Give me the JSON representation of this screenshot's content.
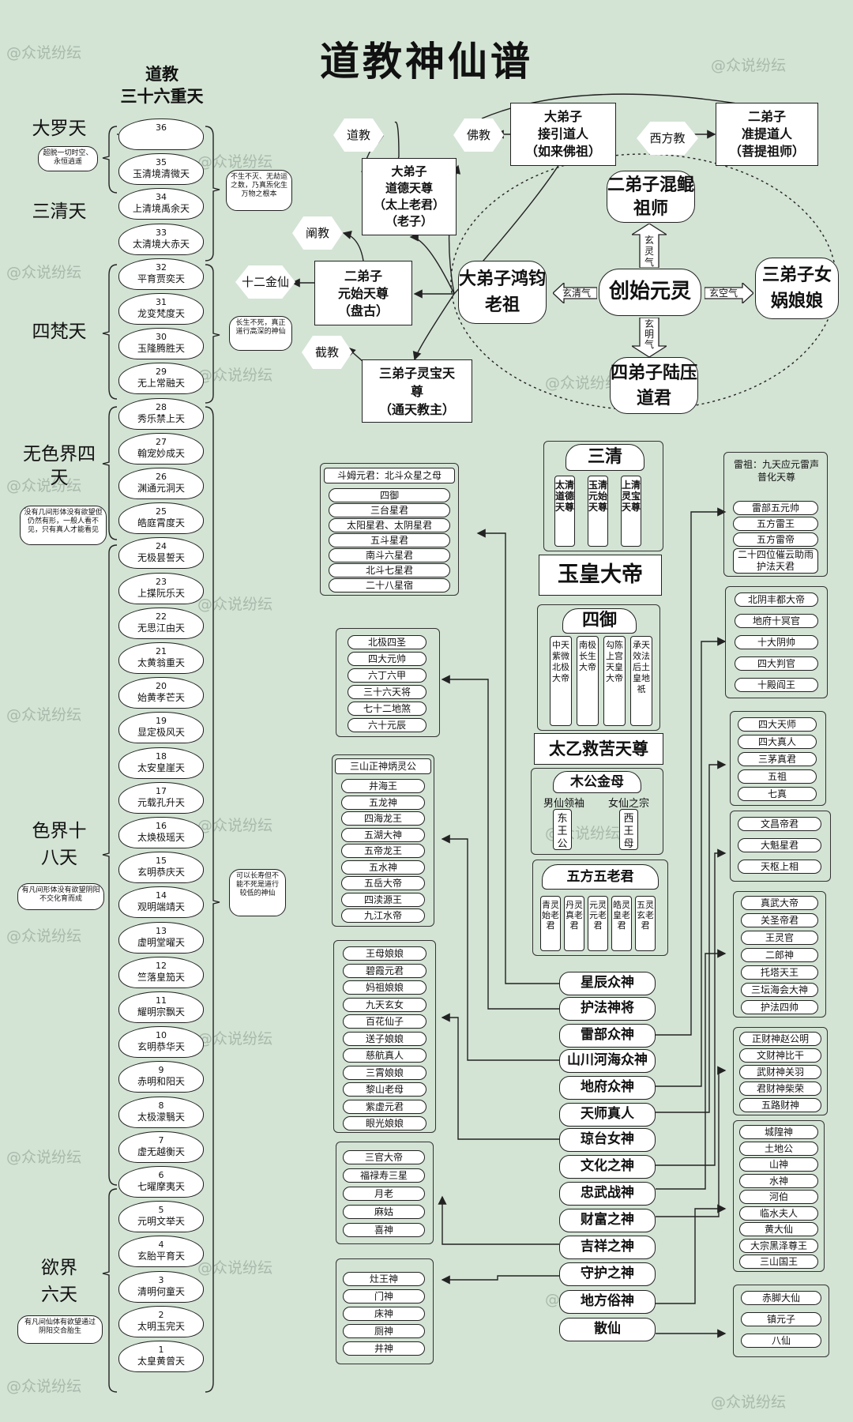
{
  "title": "道教神仙谱",
  "watermark": "@众说纷纭",
  "heaven_column": {
    "title_line1": "道教",
    "title_line2": "三十六重天",
    "heavens": [
      {
        "num": "36",
        "name": ""
      },
      {
        "num": "35",
        "name": "玉清境清微天"
      },
      {
        "num": "34",
        "name": "上清境禹余天"
      },
      {
        "num": "33",
        "name": "太清境大赤天"
      },
      {
        "num": "32",
        "name": "平育贾奕天"
      },
      {
        "num": "31",
        "name": "龙变梵度天"
      },
      {
        "num": "30",
        "name": "玉隆腾胜天"
      },
      {
        "num": "29",
        "name": "无上常融天"
      },
      {
        "num": "28",
        "name": "秀乐禁上天"
      },
      {
        "num": "27",
        "name": "翰宠妙成天"
      },
      {
        "num": "26",
        "name": "渊通元洞天"
      },
      {
        "num": "25",
        "name": "皓庭霄度天"
      },
      {
        "num": "24",
        "name": "无极昙誓天"
      },
      {
        "num": "23",
        "name": "上揲阮乐天"
      },
      {
        "num": "22",
        "name": "无思江由天"
      },
      {
        "num": "21",
        "name": "太黄翁重天"
      },
      {
        "num": "20",
        "name": "始黄孝芒天"
      },
      {
        "num": "19",
        "name": "显定极风天"
      },
      {
        "num": "18",
        "name": "太安皇崖天"
      },
      {
        "num": "17",
        "name": "元载孔升天"
      },
      {
        "num": "16",
        "name": "太焕极瑶天"
      },
      {
        "num": "15",
        "name": "玄明恭庆天"
      },
      {
        "num": "14",
        "name": "观明端靖天"
      },
      {
        "num": "13",
        "name": "虚明堂曜天"
      },
      {
        "num": "12",
        "name": "竺落皇笳天"
      },
      {
        "num": "11",
        "name": "耀明宗飘天"
      },
      {
        "num": "10",
        "name": "玄明恭华天"
      },
      {
        "num": "9",
        "name": "赤明和阳天"
      },
      {
        "num": "8",
        "name": "太极濛翳天"
      },
      {
        "num": "7",
        "name": "虚无越衡天"
      },
      {
        "num": "6",
        "name": "七曜摩夷天"
      },
      {
        "num": "5",
        "name": "元明文举天"
      },
      {
        "num": "4",
        "name": "玄胎平育天"
      },
      {
        "num": "3",
        "name": "清明何童天"
      },
      {
        "num": "2",
        "name": "太明玉完天"
      },
      {
        "num": "1",
        "name": "太皇黄曾天"
      }
    ],
    "groups": [
      {
        "name": "大罗天",
        "note": "超脱一切时空、永恒逍遥"
      },
      {
        "name": "三清天",
        "note": ""
      },
      {
        "name": "四梵天",
        "note": ""
      },
      {
        "name": "无色界四天",
        "note": "没有几间形体没有欲望但仍然有形，一般人看不见，只有真人才能看见"
      },
      {
        "name": "色界十八天",
        "note": "有凡间形体没有欲望阴阳不交化育而成"
      },
      {
        "name": "欲界六天",
        "note": "有凡间仙体有欲望通过阴阳交合胎生"
      }
    ],
    "side_notes": [
      "不生不灭、无劫运之数，乃真炁化生万物之根本",
      "长生不死，真正道行高深的神仙",
      "可以长寿但不能不死是道行较低的神仙"
    ]
  },
  "origin": {
    "center": "创始元灵",
    "disciple1": "大弟子鸿钧老祖",
    "disciple2": "二弟子混鲲祖师",
    "disciple3": "三弟子女娲娘娘",
    "disciple4": "四弟子陆压道君",
    "qi1": "玄清气",
    "qi2": "玄灵气",
    "qi3": "玄空气",
    "qi4": "玄明气"
  },
  "hongjun_disciples": {
    "laozi": "大弟子道德天尊（太上老君）（老子）",
    "laozi_lines": [
      "大弟子",
      "道德天尊",
      "（太上老君）",
      "（老子）"
    ],
    "pangu_lines": [
      "二弟子",
      "元始天尊",
      "（盘古）"
    ],
    "tongtian_lines": [
      "三弟子灵宝天",
      "尊",
      "（通天教主）"
    ],
    "daojiao": "道教",
    "chanjiao": "阐教",
    "jiejiao": "截教",
    "shier_jinxian": "十二金仙"
  },
  "west": {
    "jieyin_lines": [
      "大弟子",
      "接引道人",
      "（如来佛祖）"
    ],
    "zhunti_lines": [
      "二弟子",
      "准提道人",
      "（菩提祖师）"
    ],
    "fojiao": "佛教",
    "xifangjiao": "西方教"
  },
  "center_column": {
    "sanqing_title": "三清",
    "sanqing": [
      "太清道德天尊",
      "玉清元始天尊",
      "上清灵宝天尊"
    ],
    "yuhuang": "玉皇大帝",
    "siyu_title": "四御",
    "siyu": [
      "中天紫微北极大帝",
      "南极长生大帝",
      "勾陈上宫天皇大帝",
      "承天效法后土皇地祇"
    ],
    "taiyi": "太乙救苦天尊",
    "mugong_title": "木公金母",
    "mugong_left_label": "男仙领袖",
    "mugong_right_label": "女仙之宗",
    "mugong_left": "东王公",
    "mugong_right": "西王母",
    "wufang_title": "五方五老君",
    "wufang": [
      "青灵始老君",
      "丹灵真老君",
      "元灵元老君",
      "皓灵皇老君",
      "五灵玄老君"
    ]
  },
  "categories": [
    "星辰众神",
    "护法神将",
    "雷部众神",
    "山川河海众神",
    "地府众神",
    "天师真人",
    "琼台女神",
    "文化之神",
    "忠武战神",
    "财富之神",
    "吉祥之神",
    "守护之神",
    "地方俗神",
    "散仙"
  ],
  "left_lists": {
    "xingchen_header": "斗姆元君：北斗众星之母",
    "xingchen": [
      "四御",
      "三台星君",
      "太阳星君、太阴星君",
      "五斗星君",
      "南斗六星君",
      "北斗七星君",
      "二十八星宿"
    ],
    "hufa": [
      "北极四圣",
      "四大元帅",
      "六丁六甲",
      "三十六天将",
      "七十二地煞",
      "六十元辰"
    ],
    "shanchuan_header": "三山正神炳灵公",
    "shanchuan": [
      "井海王",
      "五龙神",
      "四海龙王",
      "五湖大神",
      "五帝龙王",
      "五水神",
      "五岳大帝",
      "四渎源王",
      "九江水帝"
    ],
    "nvshen": [
      "王母娘娘",
      "碧霞元君",
      "妈祖娘娘",
      "九天玄女",
      "百花仙子",
      "送子娘娘",
      "慈航真人",
      "三霄娘娘",
      "黎山老母",
      "紫虚元君",
      "眼光娘娘"
    ],
    "jixiang": [
      "三官大帝",
      "福禄寿三星",
      "月老",
      "麻姑",
      "喜神"
    ],
    "shouhu": [
      "灶王神",
      "门神",
      "床神",
      "厕神",
      "井神"
    ]
  },
  "right_lists": {
    "leibu_header": "雷祖：九天应元雷声普化天尊",
    "leibu": [
      "雷部五元帅",
      "五方雷王",
      "五方雷帝",
      "二十四位催云助雨护法天君"
    ],
    "difu": [
      "北阴丰都大帝",
      "地府十冥官",
      "十大阴帅",
      "四大判官",
      "十殿阎王"
    ],
    "tianshi": [
      "四大天师",
      "四大真人",
      "三茅真君",
      "五祖",
      "七真"
    ],
    "wenhua": [
      "文昌帝君",
      "大魁星君",
      "天枢上相"
    ],
    "zhongwu": [
      "真武大帝",
      "关圣帝君",
      "王灵官",
      "二郎神",
      "托塔天王",
      "三坛海会大神",
      "护法四帅"
    ],
    "caifu": [
      "正财神赵公明",
      "文财神比干",
      "武财神关羽",
      "君财神柴荣",
      "五路财神"
    ],
    "difang": [
      "城隍神",
      "土地公",
      "山神",
      "水神",
      "河伯",
      "临水夫人",
      "黄大仙",
      "大宗黑泽尊王",
      "三山国王"
    ],
    "sanxian": [
      "赤脚大仙",
      "镇元子",
      "八仙"
    ]
  },
  "colors": {
    "background": "#d3e3d4",
    "line": "#222222"
  }
}
